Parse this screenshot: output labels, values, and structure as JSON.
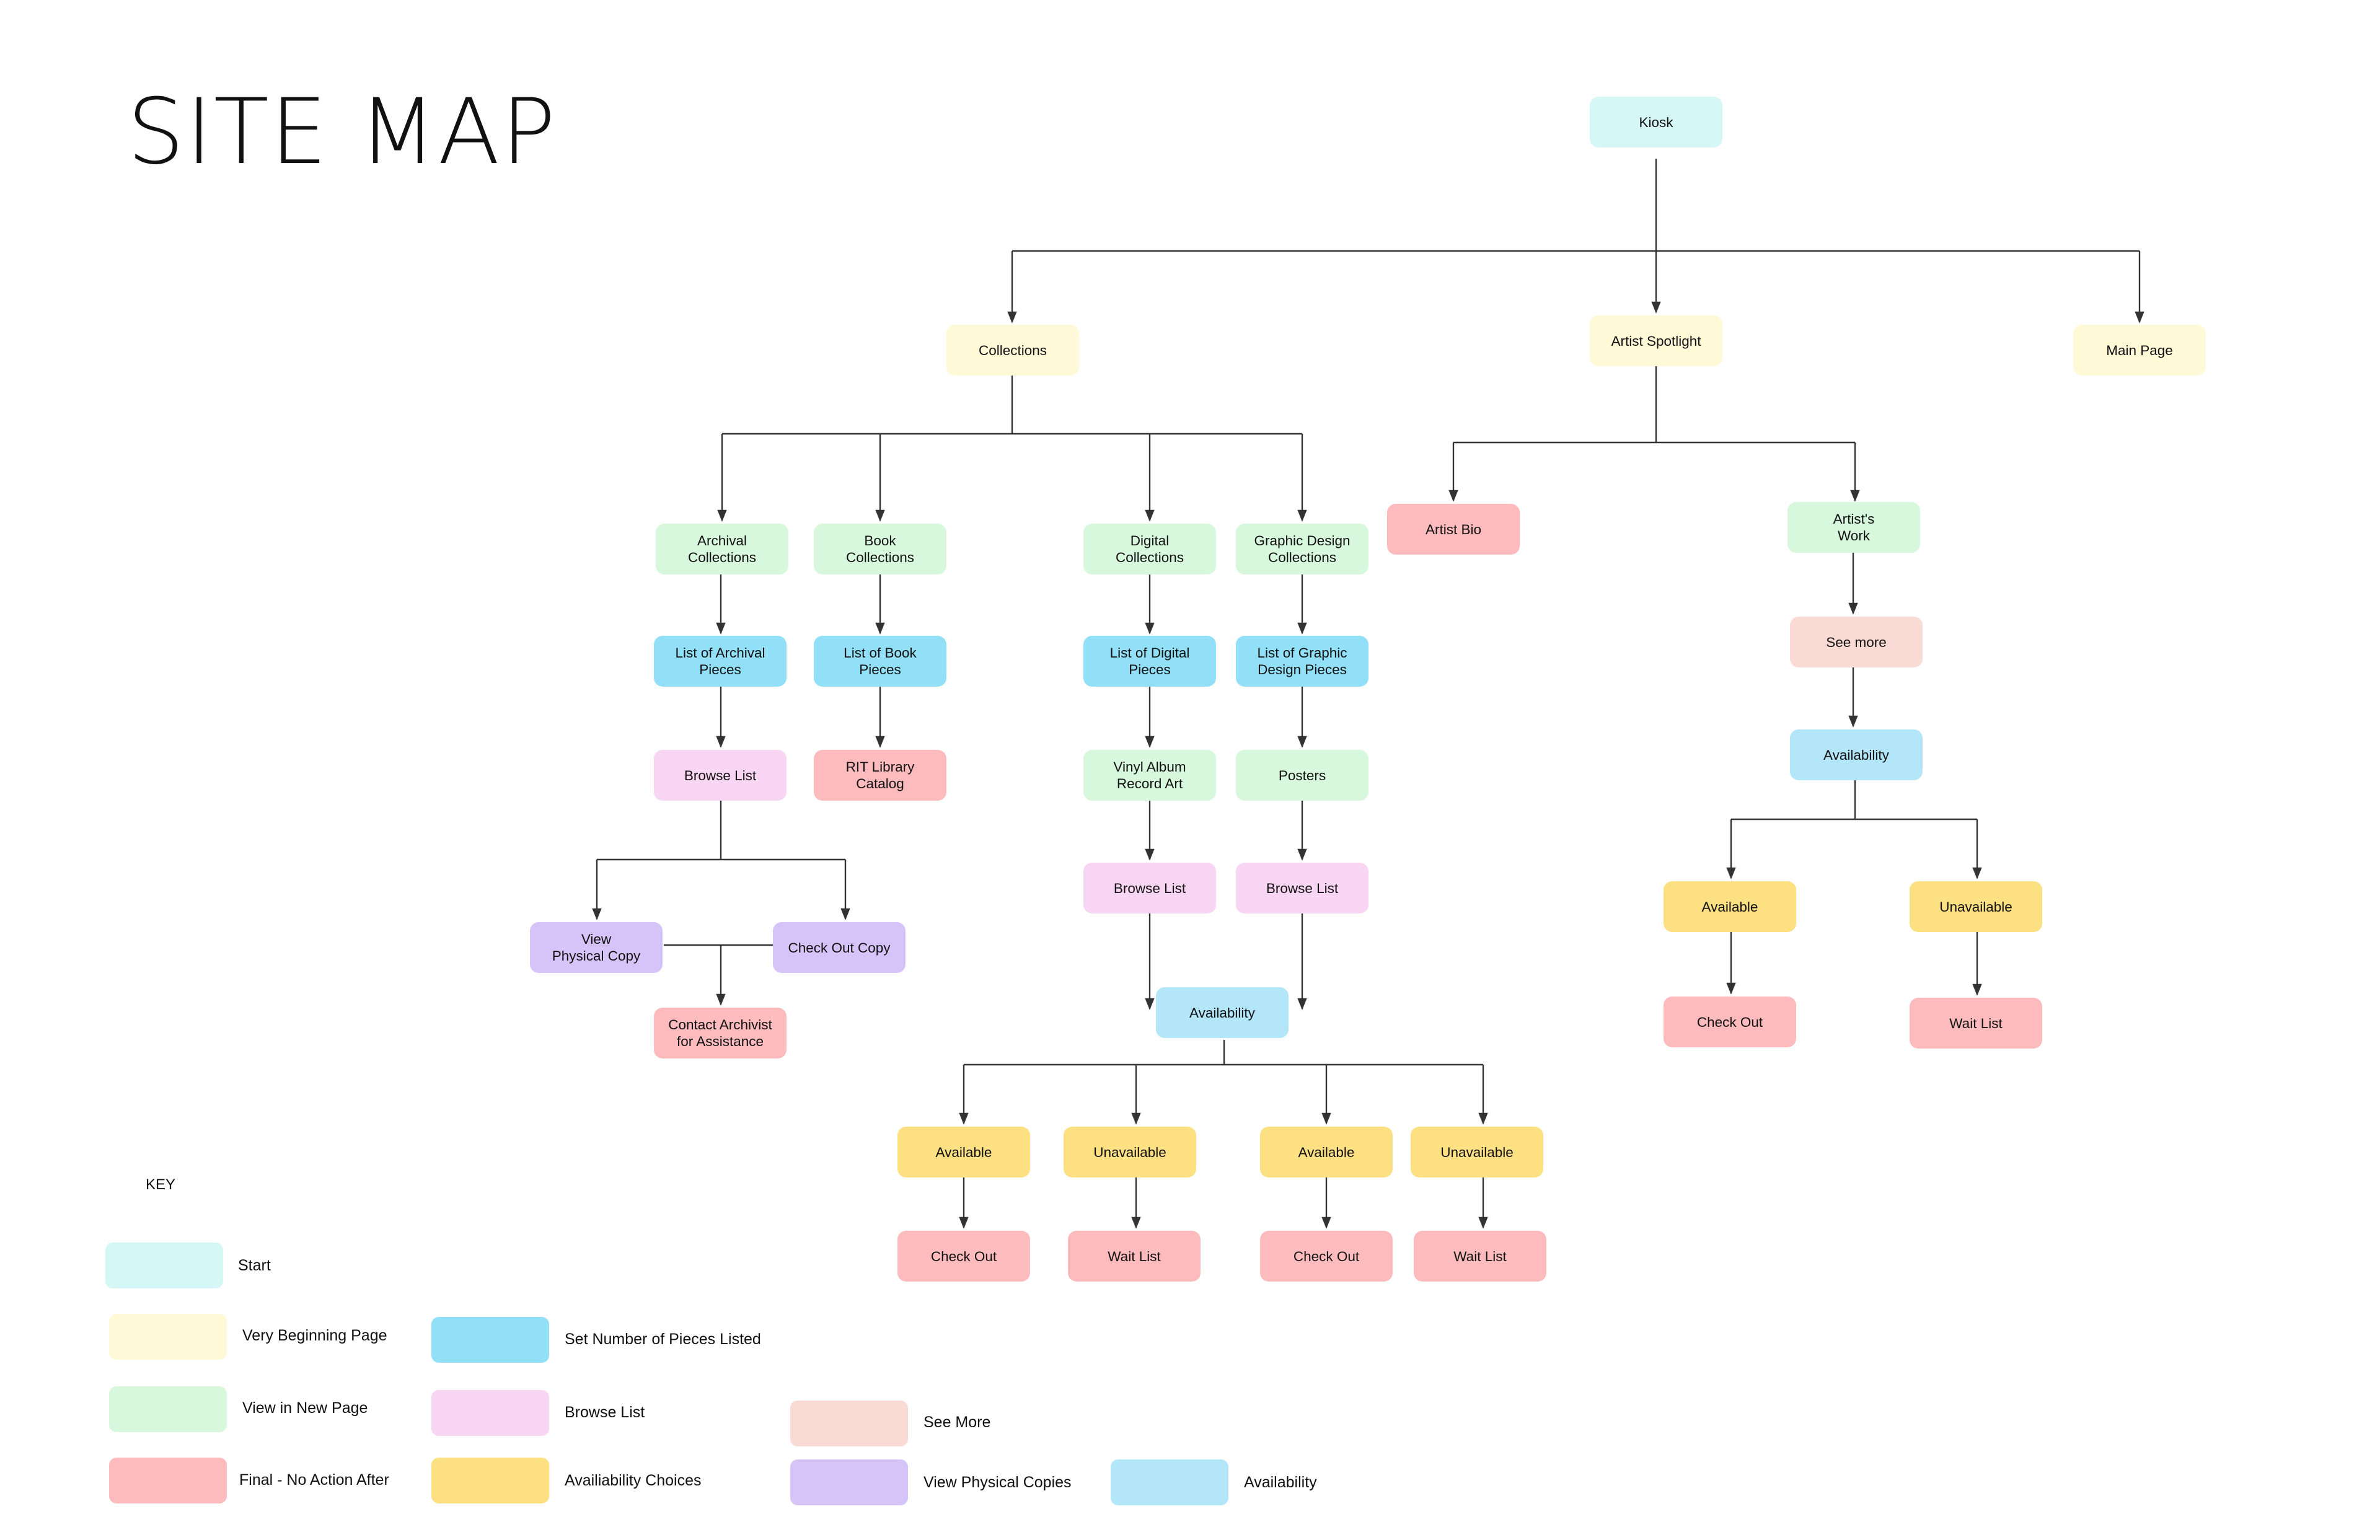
{
  "title": "SITE MAP",
  "colors": {
    "start": "#d5f7f5",
    "very_beginning_page": "#fff9d8",
    "view_in_new_page": "#d8f8de",
    "final_no_action_after": "#fdbbbd",
    "set_number_of_pieces_listed": "#91e0f7",
    "browse_list": "#f8d5f2",
    "availability_choices": "#fde082",
    "see_more": "#fadad5",
    "view_physical_copies": "#d6c4f9",
    "availability": "#b4e6fa"
  },
  "nodes": {
    "kiosk": "Kiosk",
    "collections": "Collections",
    "artist_spotlight": "Artist Spotlight",
    "main_page": "Main Page",
    "archival_collections": "Archival\nCollections",
    "book_collections": "Book\nCollections",
    "digital_collections": "Digital\nCollections",
    "graphic_design_collections": "Graphic Design\nCollections",
    "artist_bio": "Artist Bio",
    "artists_work": "Artist's\nWork",
    "list_archival": "List of Archival\nPieces",
    "list_book": "List of Book\nPieces",
    "list_digital": "List of Digital\nPieces",
    "list_graphic": "List of Graphic\nDesign Pieces",
    "see_more": "See more",
    "browse_archival": "Browse List",
    "rit_catalog": "RIT Library\nCatalog",
    "vinyl": "Vinyl Album\nRecord Art",
    "posters": "Posters",
    "artist_availability": "Availability",
    "view_physical": "View\nPhysical Copy",
    "check_out_copy": "Check Out Copy",
    "contact_archivist": "Contact Archivist\nfor Assistance",
    "browse_vinyl": "Browse List",
    "browse_posters": "Browse List",
    "artist_available": "Available",
    "artist_unavailable": "Unavailable",
    "digital_availability": "Availability",
    "artist_check_out": "Check Out",
    "artist_wait_list": "Wait List",
    "avail_1": "Available",
    "unavail_1": "Unavailable",
    "avail_2": "Available",
    "unavail_2": "Unavailable",
    "check_out_1": "Check Out",
    "wait_list_1": "Wait List",
    "check_out_2": "Check Out",
    "wait_list_2": "Wait List"
  },
  "key": {
    "title": "KEY",
    "start": "Start",
    "very_beginning_page": "Very Beginning Page",
    "view_in_new_page": "View in New Page",
    "final_no_action_after": "Final - No Action After",
    "set_number_of_pieces_listed": "Set Number of Pieces Listed",
    "browse_list": "Browse List",
    "availability_choices": "Availiability Choices",
    "see_more": "See More",
    "view_physical_copies": "View Physical Copies",
    "availability": "Availability"
  }
}
